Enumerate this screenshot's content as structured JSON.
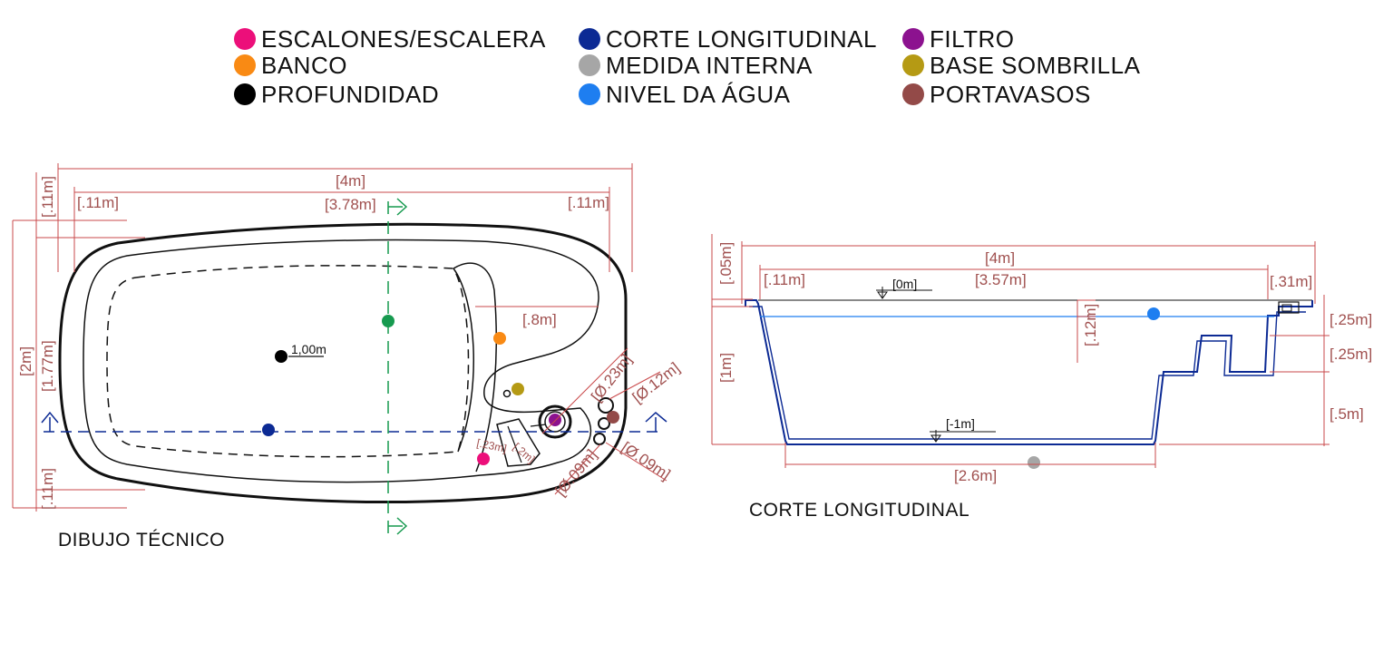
{
  "legend": [
    {
      "label": "ESCALONES/ESCALERA",
      "color": "#ec0f7a"
    },
    {
      "label": "BANCO",
      "color": "#f98a14"
    },
    {
      "label": "PROFUNDIDAD",
      "color": "#000000"
    },
    {
      "label": "CORTE LONGITUDINAL",
      "color": "#0c2a94"
    },
    {
      "label": "MEDIDA INTERNA",
      "color": "#a6a6a6"
    },
    {
      "label": "NIVEL DA ÁGUA",
      "color": "#1e7ef0"
    },
    {
      "label": "FILTRO",
      "color": "#8c128f"
    },
    {
      "label": "BASE SOMBRILLA",
      "color": "#b59a14"
    },
    {
      "label": "PORTAVASOS",
      "color": "#934a48"
    }
  ],
  "plan": {
    "caption": "DIBUJO TÉCNICO",
    "length_total": "[4m]",
    "length_internal": "[3.78m]",
    "rim_left": "[.11m]",
    "rim_right": "[.11m]",
    "rim_top_vertical": "[.11m]",
    "rim_bottom_vertical": "[.11m]",
    "width_total": "[2m]",
    "width_internal": "[1.77m]",
    "bench": "[.8m]",
    "depth": "1,00m",
    "filter_diameter": "[Ø.23m]",
    "holder_diameter_1": "[Ø.12m]",
    "holder_diameter_2": "[Ø.09m]",
    "holder_diameter_3": "[Ø.09m]",
    "step_1": "[.23m]",
    "step_2": "[.2m]"
  },
  "section": {
    "caption": "CORTE LONGITUDINAL",
    "length_total": "[4m]",
    "length_internal": "[3.57m]",
    "rim_left": "[.11m]",
    "rim_right": "[.31m]",
    "rim_height": "[.05m]",
    "water_gap": "[.12m]",
    "depth": "[1m]",
    "step_1": "[.25m]",
    "step_2": "[.25m]",
    "step_3": "[.5m]",
    "floor_length": "[2.6m]",
    "level_top": "[0m]",
    "level_bottom": "[-1m]"
  }
}
